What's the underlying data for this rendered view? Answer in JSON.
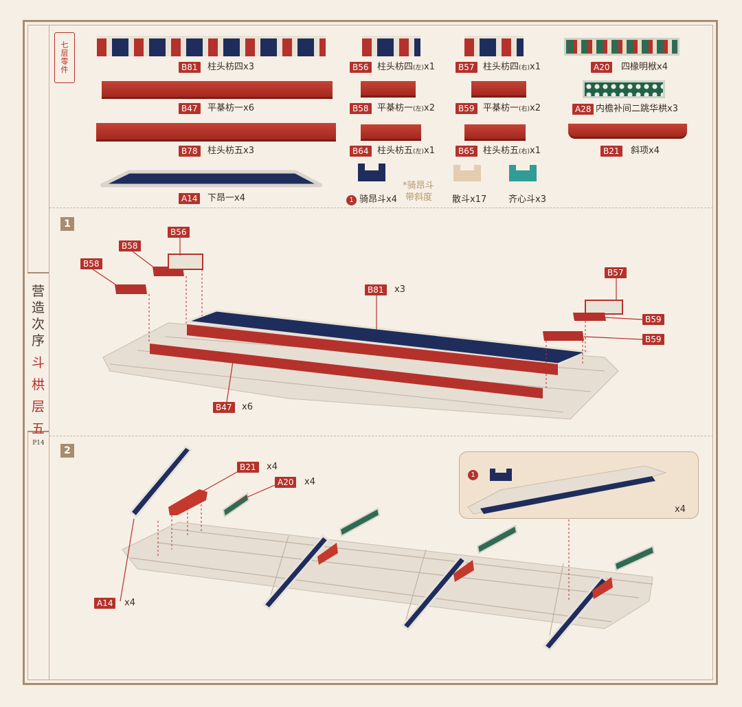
{
  "sidebar": {
    "stamp_chars": [
      "七",
      "层",
      "零",
      "件"
    ],
    "title_chars": [
      "营",
      "造",
      "次",
      "序"
    ],
    "subtitle_chars": [
      "斗",
      "栱",
      "层",
      "五"
    ],
    "page_number": "P14"
  },
  "parts": [
    {
      "code": "B81",
      "name": "柱头枋四x3"
    },
    {
      "code": "B56",
      "name": "柱头枋四",
      "side": "(左)",
      "qty": "x1"
    },
    {
      "code": "B57",
      "name": "柱头枋四",
      "side": "(右)",
      "qty": "x1"
    },
    {
      "code": "A20",
      "name": "四椽明栿x4"
    },
    {
      "code": "B47",
      "name": "平棊枋一x6"
    },
    {
      "code": "B58",
      "name": "平棊枋一",
      "side": "(左)",
      "qty": "x2"
    },
    {
      "code": "B59",
      "name": "平棊枋一",
      "side": "(右)",
      "qty": "x2"
    },
    {
      "code": "A28",
      "name": "内檐补间二跳华栱x3"
    },
    {
      "code": "B78",
      "name": "柱头枋五x3"
    },
    {
      "code": "B64",
      "name": "柱头枋五",
      "side": "(左)",
      "qty": "x1"
    },
    {
      "code": "B65",
      "name": "柱头枋五",
      "side": "(右)",
      "qty": "x1"
    },
    {
      "code": "B21",
      "name": "斜项x4"
    },
    {
      "code": "A14",
      "name": "下昂一x4"
    }
  ],
  "dou": {
    "qiang_circle": "1",
    "qiang": "骑昂斗x4",
    "note_line1": "*骑昂斗",
    "note_line2": "带斜度",
    "san": "散斗x17",
    "qixin": "齐心斗x3"
  },
  "step1": {
    "number": "1",
    "labels": {
      "b58a": "B58",
      "b58b": "B58",
      "b56": "B56",
      "b81": "B81",
      "b81_qty": "x3",
      "b57": "B57",
      "b59a": "B59",
      "b59b": "B59",
      "b47": "B47",
      "b47_qty": "x6"
    }
  },
  "step2": {
    "number": "2",
    "labels": {
      "b21": "B21",
      "b21_qty": "x4",
      "a20": "A20",
      "a20_qty": "x4",
      "a14": "A14",
      "a14_qty": "x4"
    },
    "inset": {
      "circle": "1",
      "qty": "x4"
    }
  },
  "colors": {
    "accent": "#b4322b",
    "frame": "#a88c6f",
    "background": "#f6efe6",
    "navy": "#1f2d5c",
    "teal": "#2f9c96"
  }
}
